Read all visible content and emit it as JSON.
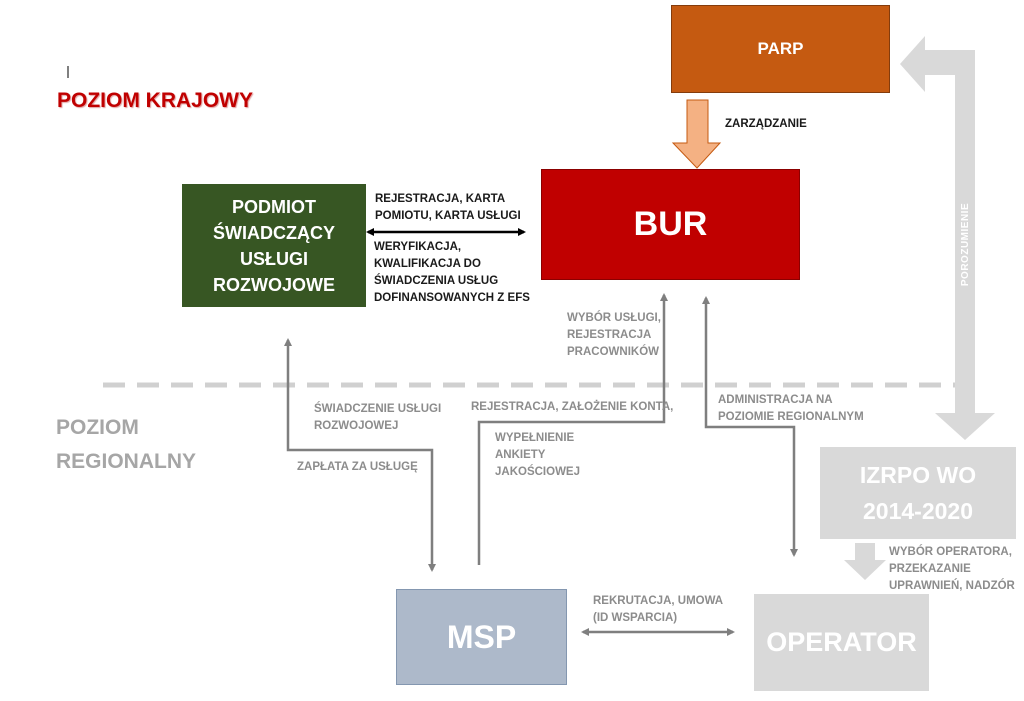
{
  "levels": {
    "national": "POZIOM KRAJOWY",
    "regional_line1": "POZIOM",
    "regional_line2": "REGIONALNY"
  },
  "nodes": {
    "parp": "PARP",
    "bur": "BUR",
    "provider_lines": [
      "PODMIOT",
      "ŚWIADCZĄCY",
      "USŁUGI",
      "ROZWOJOWE"
    ],
    "msp": "MSP",
    "izrpo_lines": [
      "IZRPO WO",
      "2014-2020"
    ],
    "operator": "OPERATOR"
  },
  "edge_labels": {
    "zarzadzanie": "ZARZĄDZANIE",
    "rejestracja_karta": "REJESTRACJA, KARTA\nPOMIOTU, KARTA USŁUGI",
    "weryfikacja": "WERYFIKACJA,\nKWALIFIKACJA DO\nŚWIADCZENIA USŁUG\nDOFINANSOWANYCH Z EFS",
    "wybor_uslugi": "WYBÓR USŁUGI,\nREJESTRACJA\nPRACOWNIKÓW",
    "administracja": "ADMINISTRACJA NA\nPOZIOMIE REGIONALNYM",
    "porozumienie": "POROZUMIENIE",
    "swiadczenie": "ŚWIADCZENIE USŁUGI\nROZWOJOWEJ",
    "zaplata": "ZAPŁATA ZA USŁUGĘ",
    "rejestracja_konta": "REJESTRACJA, ZAŁOŻENIE KONTA,",
    "wypelnienie": "WYPEŁNIENIE\nANKIETY\nJAKOŚCIOWEJ",
    "rekrutacja": "REKRUTACJA, UMOWA\n(ID WSPARCIA)",
    "wybor_operatora": "WYBÓR OPERATORA,\nPRZEKAZANIE\nUPRAWNIEŃ, NADZÓR"
  },
  "colors": {
    "parp": "#c55a11",
    "bur": "#c00000",
    "provider": "#375623",
    "msp": "#adb9ca",
    "light_grey_box": "#d9d9d9",
    "national_text": "#c00000",
    "regional_text": "#a6a6a6",
    "arrow_dark": "#000000",
    "arrow_grey": "#7f7f7f",
    "arrow_light": "#d9d9d9",
    "arrow_orange": "#f4b183"
  }
}
